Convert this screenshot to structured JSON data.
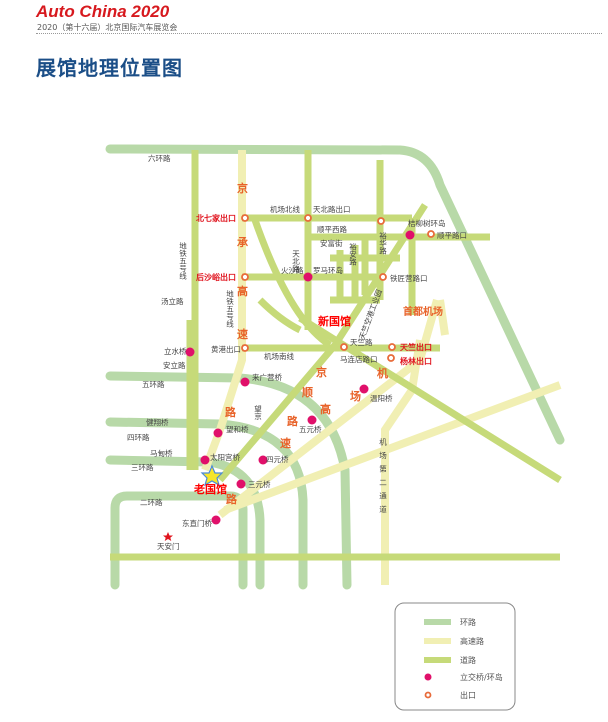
{
  "header": {
    "brand": "Auto China 2020",
    "subtitle": "2020（第十六届）北京国际汽车展览会",
    "title": "展馆地理位置图"
  },
  "colors": {
    "ring": "#b8d9a8",
    "expressway": "#f1efb3",
    "road": "#c6da79",
    "interchange": "#e0106a",
    "exit": "#e86b3a"
  },
  "labels": {
    "sixth_ring": "六环路",
    "fifth_ring": "五环路",
    "fourth_ring": "四环路",
    "third_ring": "三环路",
    "second_ring": "二环路",
    "jichang_beixian": "机场北线",
    "tianbeilu_exit": "天北路出口",
    "shunping_xilu": "顺平西路",
    "anfu_jie": "安富街",
    "tianbeilu": "天北路",
    "yuanlu": "裕安路",
    "yuhualu": "裕华路",
    "huoshalu": "火沙路",
    "luoma_roundabout": "罗马环岛",
    "tiejiangying": "铁匠营路口",
    "jieliushu": "桔柳树环岛",
    "shunping_exit": "顺平路口",
    "metro5_a": "地铁五号线",
    "metro5_b": "地铁五号线",
    "tangli": "汤立路",
    "lishui": "立水桥",
    "anli": "安立路",
    "jianxiang": "健翔桥",
    "madian": "马甸桥",
    "dongzhimen": "东直门桥",
    "tiananmen": "天安门",
    "huanggang": "黄港出口",
    "jichang_nanxian": "机场南线",
    "tianzhulu": "天竺路",
    "maliandian": "马连店路口",
    "laiguangying": "来广营桥",
    "wenyang": "温阳桥",
    "wangjing": "望京",
    "wanghe": "望和桥",
    "wuyuan": "五元桥",
    "taiyanggong": "太阳宫桥",
    "siyuan": "四元桥",
    "sanyuan": "三元桥",
    "tianzhu_park": "天竺空港工业园",
    "second_airport_road": "机场第二通道"
  },
  "exits": {
    "beiqijia": "北七家出口",
    "houshayu": "后沙峪出口",
    "tianzhu": "天竺出口",
    "yanglin": "杨林出口"
  },
  "venues": {
    "new": "新国馆",
    "old": "老国馆",
    "airport": "首都机场"
  },
  "highways": {
    "jingcheng": [
      "京",
      "承",
      "高",
      "速",
      "路"
    ],
    "jingshun": [
      "京",
      "顺",
      "路",
      "速",
      "路"
    ],
    "airport_exp": [
      "机",
      "场",
      "高"
    ]
  },
  "legend": {
    "ring": "环路",
    "expressway": "高速路",
    "road": "道路",
    "interchange": "立交桥/环岛",
    "exit": "出口"
  }
}
